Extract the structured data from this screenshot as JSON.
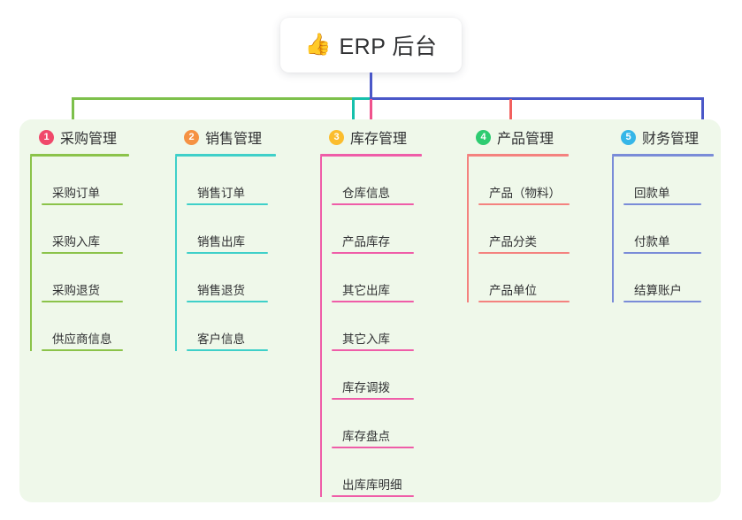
{
  "root": {
    "icon": "thumbs-up-emoji",
    "emoji": "👍",
    "title": "ERP 后台"
  },
  "palette": {
    "panel_bg": "#eff8ea",
    "page_bg": "#ffffff",
    "text": "#303133",
    "bus_green": "#7dc04b",
    "bus_teal": "#16c0ac",
    "bus_blue": "#4a57c8",
    "stub_green": "#7dc04b",
    "stub_teal": "#16c0ac",
    "stub_pink": "#f0528c",
    "stub_salmon": "#f2605e",
    "stub_blue": "#4a57c8",
    "root_stem": "#4a57c8"
  },
  "columns": [
    {
      "badge": "1",
      "badge_color": "#f0496b",
      "line_color": "#8bc34a",
      "title": "采购管理",
      "items": [
        "采购订单",
        "采购入库",
        "采购退货",
        "供应商信息"
      ]
    },
    {
      "badge": "2",
      "badge_color": "#f59243",
      "line_color": "#3fd0c9",
      "title": "销售管理",
      "items": [
        "销售订单",
        "销售出库",
        "销售退货",
        "客户信息"
      ]
    },
    {
      "badge": "3",
      "badge_color": "#fbbd2e",
      "line_color": "#ef5da8",
      "title": "库存管理",
      "items": [
        "仓库信息",
        "产品库存",
        "其它出库",
        "其它入库",
        "库存调拨",
        "库存盘点",
        "出库库明细"
      ]
    },
    {
      "badge": "4",
      "badge_color": "#2ecc71",
      "line_color": "#f4827f",
      "title": "产品管理",
      "items": [
        "产品（物料）",
        "产品分类",
        "产品单位"
      ]
    },
    {
      "badge": "5",
      "badge_color": "#35b6e8",
      "line_color": "#7a8cd8",
      "title": "财务管理",
      "items": [
        "回款单",
        "付款单",
        "结算账户"
      ]
    }
  ]
}
